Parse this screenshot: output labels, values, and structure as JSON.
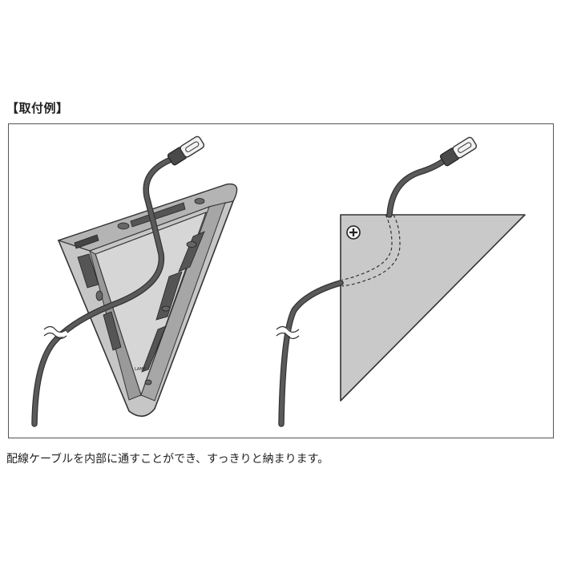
{
  "header": {
    "title": "【取付例】"
  },
  "diagram": {
    "left": {
      "name": "open-bracket-with-cable",
      "badge": "LAMP",
      "colors": {
        "bracket": "#c4c4c4",
        "bracket_dark": "#8c8c8c",
        "outline": "#333333",
        "cable": "#555555"
      }
    },
    "right": {
      "name": "covered-bracket-with-cable",
      "colors": {
        "plate": "#c8c8c8",
        "outline": "#333333",
        "cable": "#555555"
      }
    }
  },
  "footer": {
    "caption": "配線ケーブルを内部に通すことができ、すっきりと納まります。"
  }
}
